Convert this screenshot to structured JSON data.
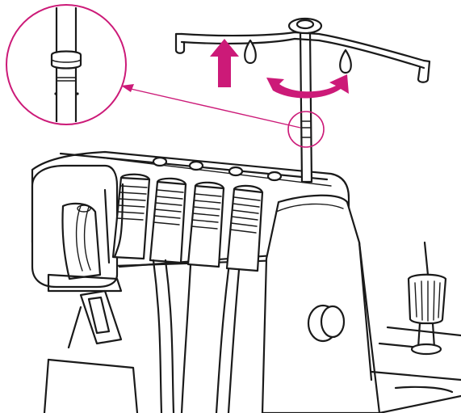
{
  "colors": {
    "line": "#1a1a1a",
    "accent": "#cc1a78",
    "background": "#ffffff"
  },
  "illustration": {
    "arrow_up": {
      "direction": "up"
    },
    "rotate_arrow": {
      "direction": "rotate"
    },
    "callout": {
      "shape": "circle-magnifier"
    }
  }
}
